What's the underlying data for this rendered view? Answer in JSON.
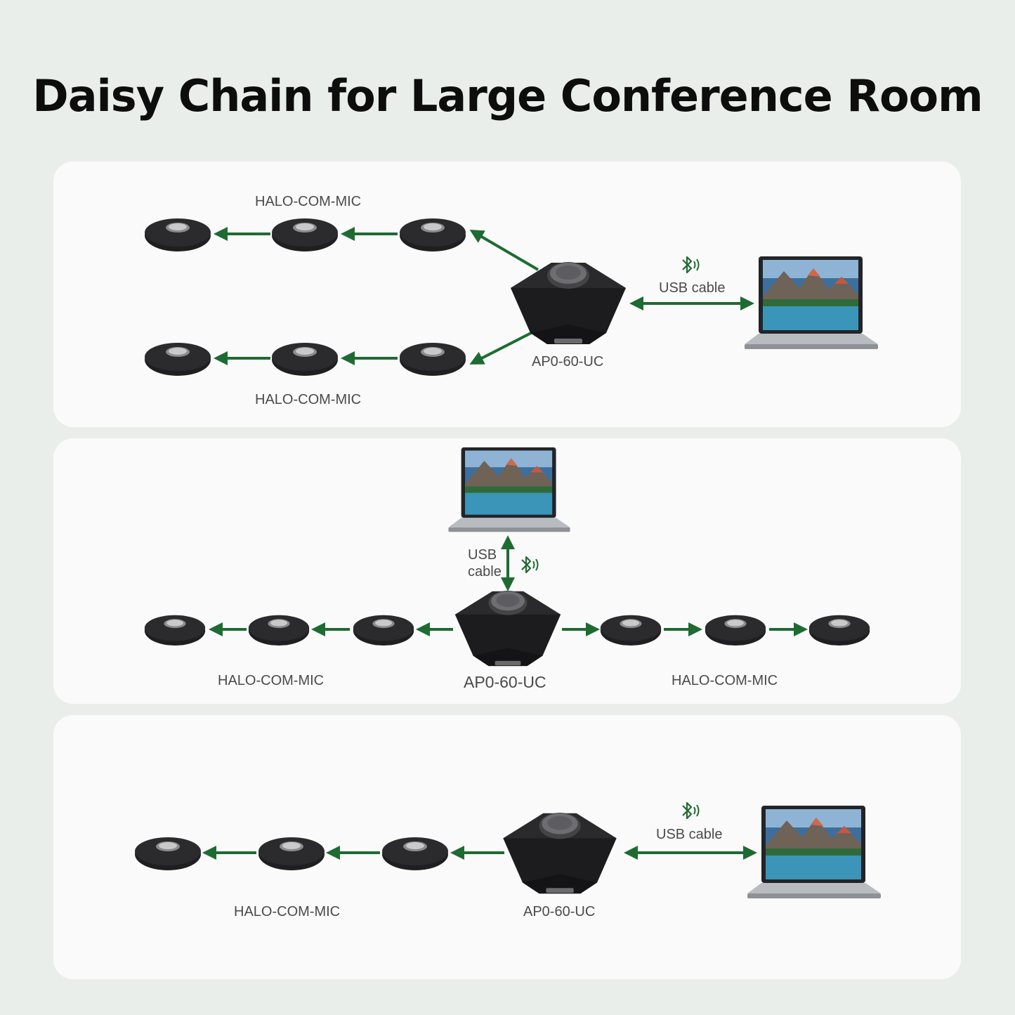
{
  "title": "Daisy Chain for Large Conference Room",
  "colors": {
    "arrow": "#1e6b32",
    "background": "#e9eeeb",
    "panel": "#fafafa",
    "device": "#1f1f21"
  },
  "icons": {
    "bluetooth": "bluetooth-icon",
    "laptop": "laptop-icon",
    "speaker": "speakerphone-icon",
    "mic": "mic-icon"
  },
  "panel1": {
    "mic_label_top": "HALO-COM-MIC",
    "mic_label_bottom": "HALO-COM-MIC",
    "hub_label": "AP0-60-UC",
    "conn_label": "USB cable"
  },
  "panel2": {
    "mic_label_left": "HALO-COM-MIC",
    "mic_label_right": "HALO-COM-MIC",
    "hub_label": "AP0-60-UC",
    "conn_label_line1": "USB",
    "conn_label_line2": "cable"
  },
  "panel3": {
    "mic_label": "HALO-COM-MIC",
    "hub_label": "AP0-60-UC",
    "conn_label": "USB cable"
  }
}
